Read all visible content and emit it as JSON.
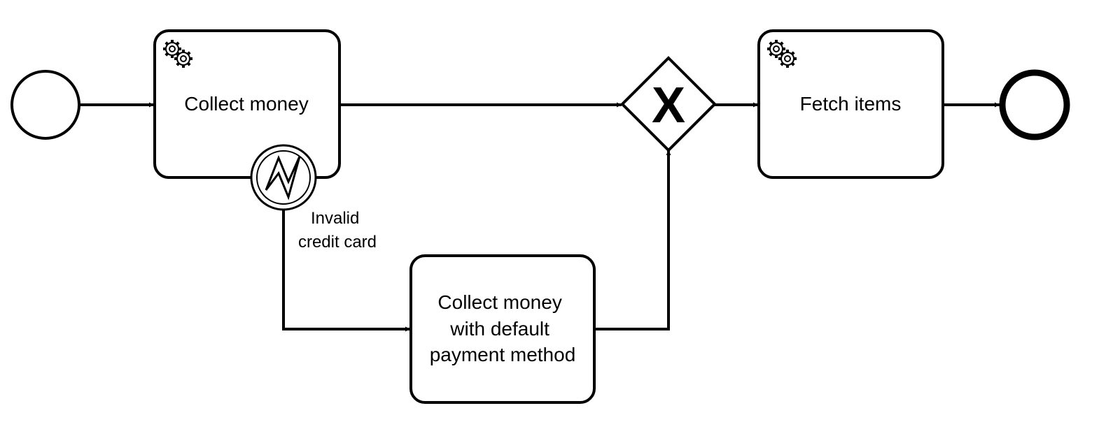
{
  "diagram": {
    "colors": {
      "stroke": "#000000",
      "fill": "#ffffff"
    },
    "events": {
      "start": {
        "kind": "start-event",
        "label": ""
      },
      "end": {
        "kind": "end-event",
        "label": ""
      },
      "boundary_error": {
        "kind": "boundary-error-event",
        "icon": "lightning-icon",
        "label_lines": [
          "Invalid",
          "credit card"
        ]
      }
    },
    "tasks": {
      "collect_money": {
        "type": "service-task",
        "icon": "gear-icon",
        "label_lines": [
          "Collect money"
        ]
      },
      "fetch_items": {
        "type": "service-task",
        "icon": "gear-icon",
        "label_lines": [
          "Fetch items"
        ]
      },
      "collect_money_default": {
        "type": "task",
        "label_lines": [
          "Collect money",
          "with default",
          "payment method"
        ]
      }
    },
    "gateway": {
      "type": "exclusive-gateway",
      "marker": "X"
    }
  }
}
